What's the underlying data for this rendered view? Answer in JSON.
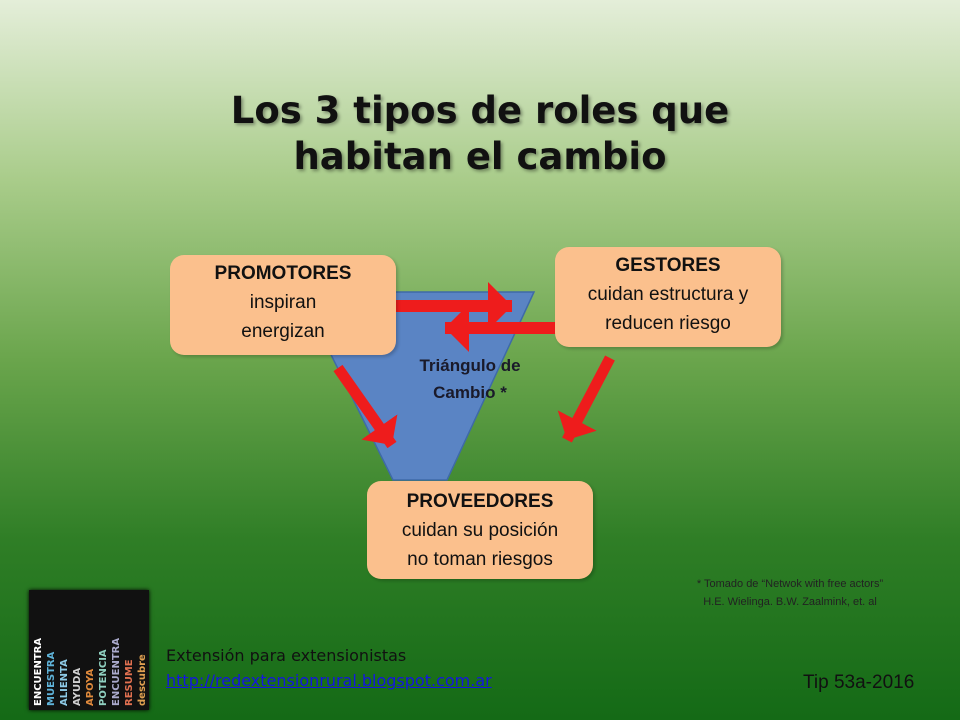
{
  "title_lines": [
    "Los 3 tipos de roles que",
    "habitan el cambio"
  ],
  "boxes": {
    "promotores": {
      "heading": "PROMOTORES",
      "line1": "inspiran",
      "line2": "energizan"
    },
    "gestores": {
      "heading": "GESTORES",
      "line1": "cuidan estructura y",
      "line2": "reducen riesgo"
    },
    "proveedores": {
      "heading": "PROVEEDORES",
      "line1": "cuidan su posición",
      "line2": "no toman riesgos"
    }
  },
  "triangle": {
    "line1": "Triángulo de",
    "line2": "Cambio *"
  },
  "note": {
    "line1": "* Tomado de “Netwok with free actors”",
    "line2": "H.E. Wielinga. B.W. Zaalmink, et. al"
  },
  "footer": {
    "name": "Extensión para extensionistas",
    "link": "http://redextensionrural.blogspot.com.ar",
    "tip": "Tip 53a-2016"
  },
  "logo_words": [
    "ENCUENTRA",
    "MUESTRA",
    "ALIENTA",
    "AYUDA",
    "APOYA",
    "POTENCIA",
    "ENCUENTRA",
    "RESUME",
    "descubre"
  ],
  "colors": {
    "box": "#fbc08d",
    "triangle": "#5a84c4",
    "arrow": "#ee1c1c",
    "link": "#1515e0"
  }
}
